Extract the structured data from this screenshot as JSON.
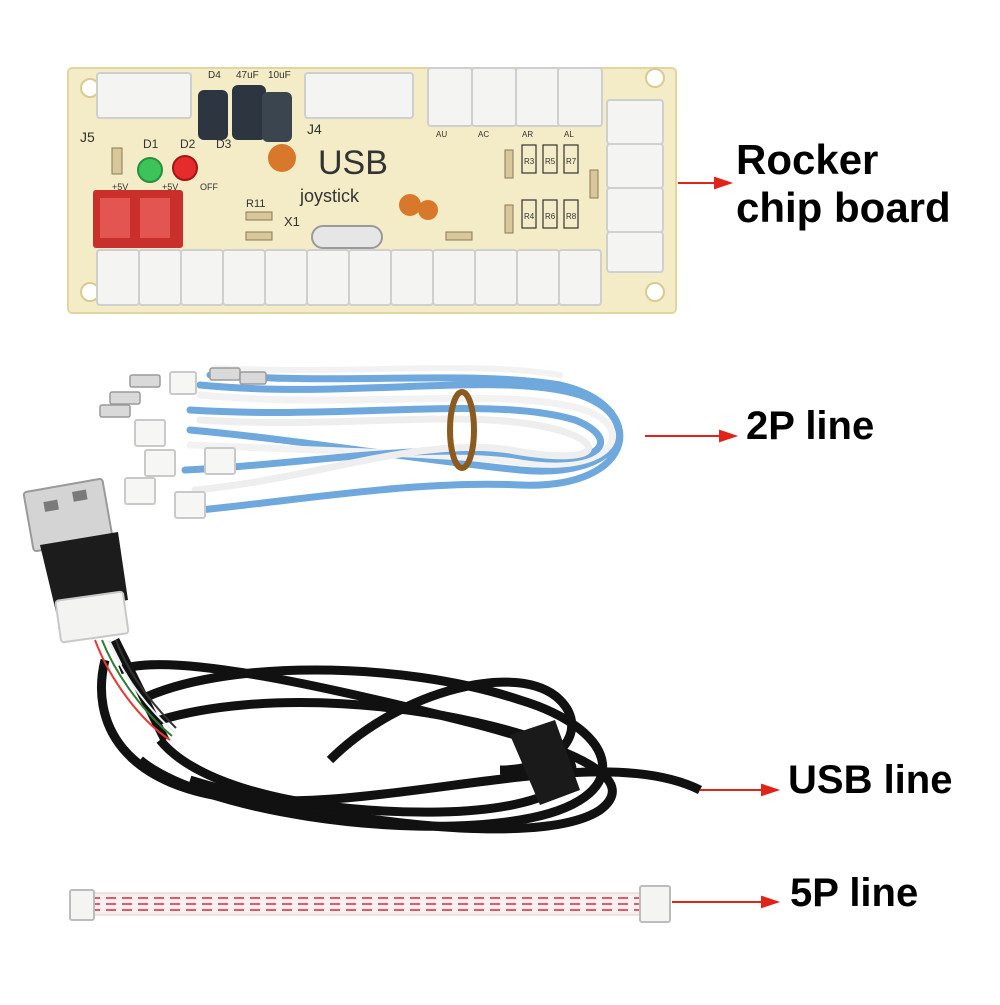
{
  "labels": {
    "rocker_line1": "Rocker",
    "rocker_line2": "chip board",
    "two_p": "2P line",
    "usb": "USB line",
    "five_p": "5P line"
  },
  "board": {
    "title": "USB",
    "subtitle": "joystick",
    "j5": "J5",
    "j4": "J4",
    "d1": "D1",
    "d2": "D2",
    "d3": "D3",
    "d4": "D4",
    "r11": "R11",
    "x1": "X1",
    "cap1": "47uF",
    "cap2": "10uF",
    "r3": "R3",
    "r4": "R4",
    "r5": "R5",
    "r6": "R6",
    "r7": "R7",
    "r8": "R8",
    "plus5v": "+5V",
    "plus5v2": "+5V",
    "off": "OFF",
    "au": "AU",
    "ac": "AC",
    "ar": "AR",
    "al": "AL"
  },
  "colors": {
    "pcb": "#f3ecc7",
    "pcb_edge": "#e4d9a6",
    "arrow": "#e2231a",
    "blue_wire": "#6fa8dc",
    "usb_cable": "#111111",
    "ribbon_red": "#e05a6a"
  },
  "icons": {
    "arrow": "right-arrow-icon"
  }
}
